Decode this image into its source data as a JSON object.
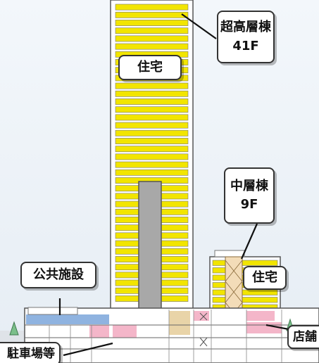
{
  "labels": {
    "high_rise_tower": {
      "name": "超高層棟",
      "floors": "41F"
    },
    "mid_rise_tower": {
      "name": "中層棟",
      "floors": "9F"
    },
    "residential_upper": "住宅",
    "residential_mid": "住宅",
    "public_facility": "公共施設",
    "store": "店舗",
    "parking": "駐車場等"
  },
  "colors": {
    "residential": "#f2e500",
    "public_facility": "#8fb3e0",
    "store": "#f4b6c9",
    "core": "#a8a8a8",
    "frame": "#555555",
    "sky": "#eef3f8"
  }
}
